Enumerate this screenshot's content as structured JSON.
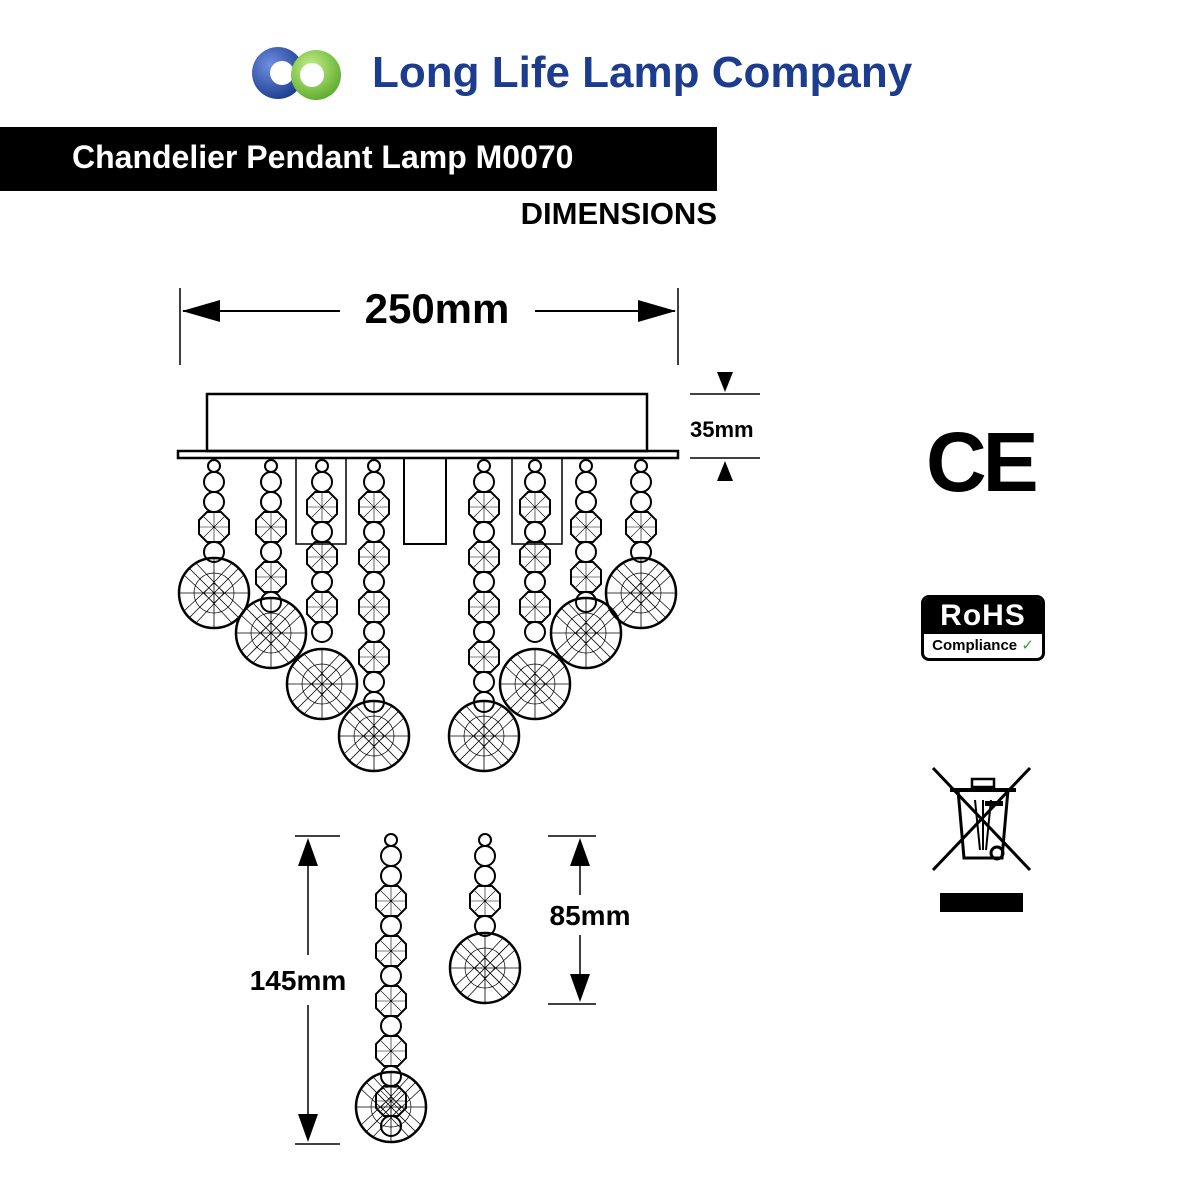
{
  "header": {
    "company_name": "Long Life Lamp Company",
    "logo_icon": "two-interlocking-rings-logo"
  },
  "title_bar": {
    "title": "Chandelier Pendant Lamp M0070"
  },
  "subtitle": "DIMENSIONS",
  "dimensions": {
    "width": "250mm",
    "canopy_height": "35mm",
    "long_strand": "145mm",
    "short_strand": "85mm"
  },
  "certifications": {
    "ce": "CE",
    "rohs_title": "RoHS",
    "rohs_subtitle": "Compliance",
    "weee_icon": "crossed-out-wheelie-bin-icon"
  },
  "colors": {
    "brand_blue": "#1b3c8f",
    "logo_green": "#7ac943",
    "title_bar": "#000000"
  }
}
